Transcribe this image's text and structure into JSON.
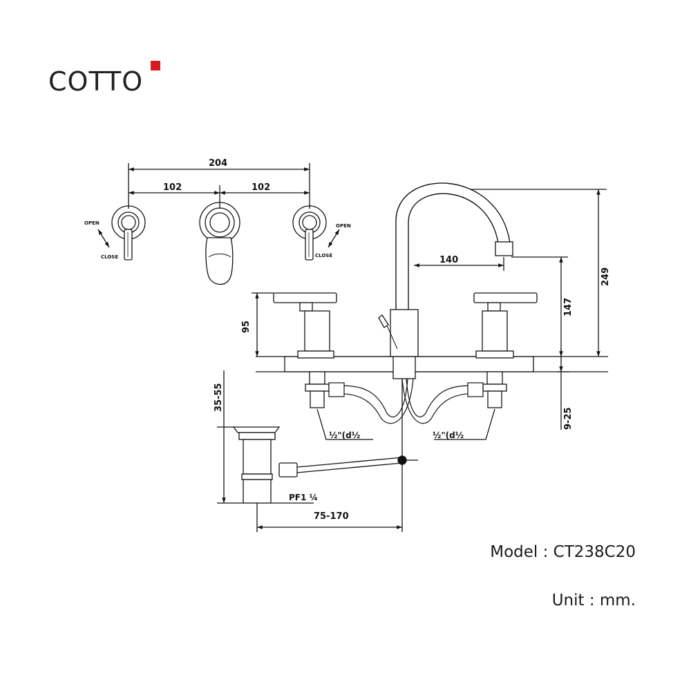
{
  "brand": {
    "name": "COTTO",
    "accent_color": "#d71920"
  },
  "drawing": {
    "dimensions": {
      "overall_width": "204",
      "left_spacing": "102",
      "right_spacing": "102",
      "spout_reach": "140",
      "total_height": "249",
      "spout_height": "147",
      "handle_height": "95",
      "deck_thickness": "9-25",
      "drain_range": "35-55",
      "drain_rod_range": "75-170"
    },
    "labels": {
      "open_left": "OPEN",
      "close_left": "CLOSE",
      "open_right": "OPEN",
      "close_right": "CLOSE",
      "thread_left": "½\"(d½",
      "thread_right": "½\"(d½",
      "drain_thread": "PF1 ¼"
    }
  },
  "info": {
    "model": "Model : CT238C20",
    "unit": "Unit : mm."
  }
}
